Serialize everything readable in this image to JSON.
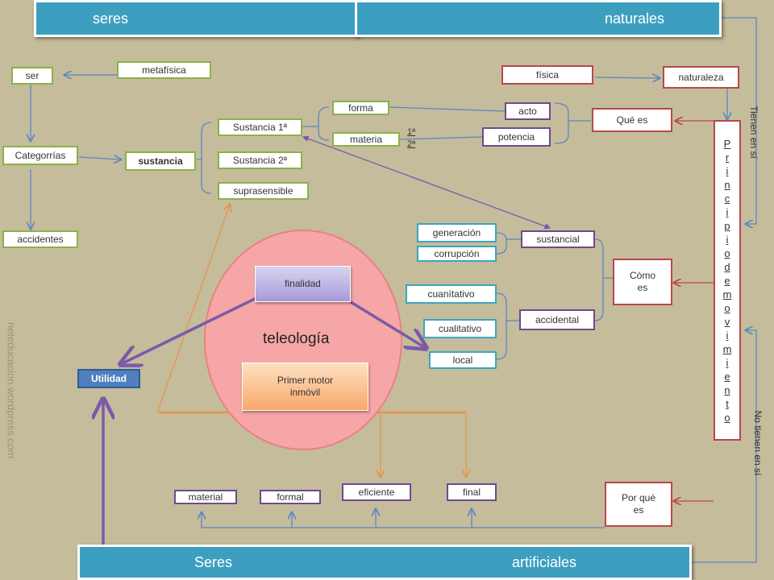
{
  "banners": {
    "top_left": "seres",
    "top_right": "naturales",
    "bottom_left": "Seres",
    "bottom_right": "artificiales"
  },
  "nodes": {
    "ser": "ser",
    "metafisica": "metafísica",
    "categorrias": "Categorrías",
    "accidentes": "accidentes",
    "sustancia": "sustancia",
    "sustancia_1": "Sustancia 1ª",
    "sustancia_2": "Sustancia 2ª",
    "suprasensible": "suprasensible",
    "forma": "forma",
    "materia": "materia",
    "ordinal_1": "1ª",
    "ordinal_2": "2ª",
    "acto": "acto",
    "potencia": "potencia",
    "fisica": "física",
    "naturaleza": "naturaleza",
    "que_es": "Qué es",
    "principio": "Principiodemovimiento",
    "como_es": "Cómo es",
    "por_que_es": "Por qué es",
    "generacion": "generación",
    "corrupcion": "corrupción",
    "sustancial": "sustancial",
    "cuanitativo": "cuanítativo",
    "cualitativo": "cualitativo",
    "local": "local",
    "accidental": "accidental",
    "finalidad": "finalidad",
    "teleologia": "teleología",
    "primer_motor": "Primer motor inmóvil",
    "utilidad": "Utilidad",
    "material": "material",
    "formal": "formal",
    "eficiente": "eficiente",
    "final": "final"
  },
  "side_labels": {
    "tienen": "Tienen   en   sí",
    "no_tienen": "No   tienen   en   sí",
    "watermark": "neteducacion.wordpress.com"
  },
  "colors": {
    "background": "#c5bc9b",
    "banner": "#3c9fc0",
    "green_border": "#8bb14a",
    "purple_border": "#6e4a8e",
    "red_border": "#b8474a",
    "teal_border": "#3aa6c0",
    "arrow_blue": "#5b87c4",
    "arrow_purple": "#7a5ba8",
    "arrow_orange": "#e8934a",
    "circle_fill": "#f6a6a6"
  }
}
